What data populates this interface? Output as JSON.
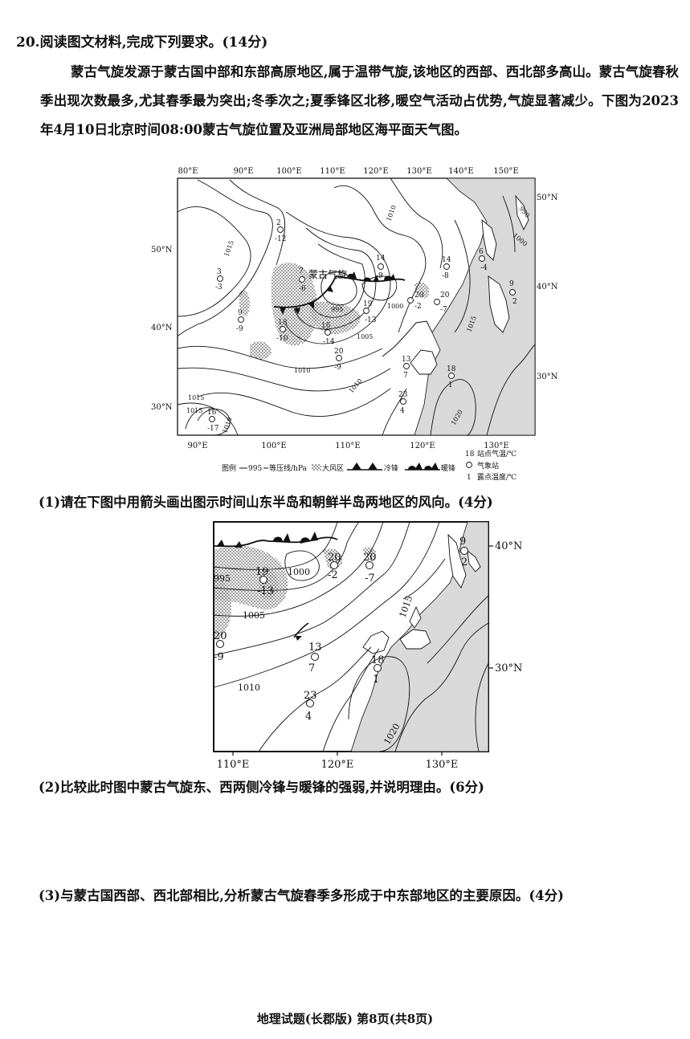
{
  "question": {
    "title": "20.阅读图文材料,完成下列要求。(14分)",
    "paragraph": "蒙古气旋发源于蒙古国中部和东部高原地区,属于温带气旋,该地区的西部、西北部多高山。蒙古气旋春秋季出现次数最多,尤其春季最为突出;冬季次之;夏季锋区北移,暖空气活动占优势,气旋显著减少。下图为2023年4月10日北京时间08:00蒙古气旋位置及亚洲局部地区海平面天气图。"
  },
  "map1": {
    "top_lon_labels": [
      "80°E",
      "90°E",
      "100°E",
      "110°E",
      "120°E",
      "130°E",
      "140°E",
      "150°E"
    ],
    "bottom_lon_labels": [
      "90°E",
      "100°E",
      "110°E",
      "120°E",
      "130°E"
    ],
    "left_lat_labels": [
      "50°N",
      "40°N",
      "30°N"
    ],
    "right_lat_labels": [
      "50°N",
      "40°N",
      "30°N"
    ],
    "cyclone_label": "蒙古气旋",
    "isobar_labels": [
      "1015",
      "1010",
      "1015",
      "1010",
      "1005",
      "995",
      "1000",
      "1010",
      "1000",
      "990",
      "1015",
      "1020",
      "1010",
      "1015"
    ],
    "stations": [
      {
        "temp": "2",
        "dew": "-12"
      },
      {
        "temp": "3",
        "dew": "-3"
      },
      {
        "temp": "9",
        "dew": "-9"
      },
      {
        "temp": "7",
        "dew": "-6"
      },
      {
        "temp": "18",
        "dew": "-10"
      },
      {
        "temp": "16",
        "dew": "-14"
      },
      {
        "temp": "19",
        "dew": "-13"
      },
      {
        "temp": "14",
        "dew": "-9"
      },
      {
        "temp": "14",
        "dew": "-8"
      },
      {
        "temp": "6",
        "dew": "-4"
      },
      {
        "temp": "20",
        "dew": "-2"
      },
      {
        "temp": "20",
        "dew": "-7"
      },
      {
        "temp": "20",
        "dew": "-9"
      },
      {
        "temp": "9",
        "dew": "2"
      },
      {
        "temp": "13",
        "dew": "7"
      },
      {
        "temp": "18",
        "dew": "1"
      },
      {
        "temp": "23",
        "dew": "4"
      },
      {
        "temp": "16",
        "dew": "-17"
      }
    ],
    "legend": {
      "prefix": "图例",
      "isobar_sample": "995",
      "isobar": "等压线/hPa",
      "wind": "大风区",
      "cold_front": "冷锋",
      "warm_front": "暖锋",
      "station_temp": "站点气温/℃",
      "station": "气象站",
      "dew_point": "露点温度/℃",
      "sample_temp": "18",
      "sample_dew": "1"
    }
  },
  "sub1": "(1)请在下图中用箭头画出图示时间山东半岛和朝鲜半岛两地区的风向。(4分)",
  "map2": {
    "bottom_lon_labels": [
      "110°E",
      "120°E",
      "130°E"
    ],
    "right_lat_labels": [
      "40°N",
      "30°N"
    ],
    "isobar_labels": [
      "995",
      "1000",
      "1005",
      "1010",
      "1015",
      "1020"
    ],
    "stations": [
      {
        "temp": "19",
        "dew": "-13"
      },
      {
        "temp": "20",
        "dew": "-2"
      },
      {
        "temp": "20",
        "dew": "-7"
      },
      {
        "temp": "9",
        "dew": "2"
      },
      {
        "temp": "20",
        "dew": "-9"
      },
      {
        "temp": "13",
        "dew": "7"
      },
      {
        "temp": "18",
        "dew": "1"
      },
      {
        "temp": "23",
        "dew": "4"
      }
    ]
  },
  "sub2": "(2)比较此时图中蒙古气旋东、西两侧冷锋与暖锋的强弱,并说明理由。(6分)",
  "sub3": "(3)与蒙古国西部、西北部相比,分析蒙古气旋春季多形成于中东部地区的主要原因。(4分)",
  "footer": "地理试题(长郡版)  第8页(共8页)",
  "colors": {
    "sea_shade": "#d9d9d9",
    "ink": "#111111"
  }
}
